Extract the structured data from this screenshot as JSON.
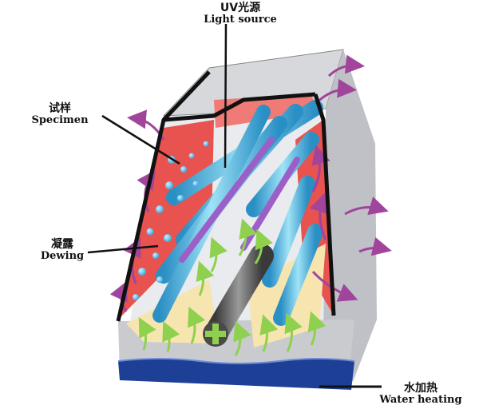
{
  "labels": {
    "light_source": {
      "cn": "UV光源",
      "en": "Light source"
    },
    "specimen": {
      "cn": "试样",
      "en": "Specimen"
    },
    "dewing": {
      "cn": "凝露",
      "en": "Dewing"
    },
    "water_heating": {
      "cn": "水加热",
      "en": "Water heating"
    }
  },
  "colors": {
    "specimen_red": "#e8524f",
    "lamp_blue": "#4fc3e8",
    "lamp_purple": "#9b5fc7",
    "water_blue": "#1d3f96",
    "heater_yellow": "#f7e5b0",
    "arrow_green": "#8fd14f",
    "arrow_purple": "#a0459b",
    "chamber_gray": "#c9cbcf"
  },
  "icons": {
    "heater_symbol": "plus-icon"
  }
}
